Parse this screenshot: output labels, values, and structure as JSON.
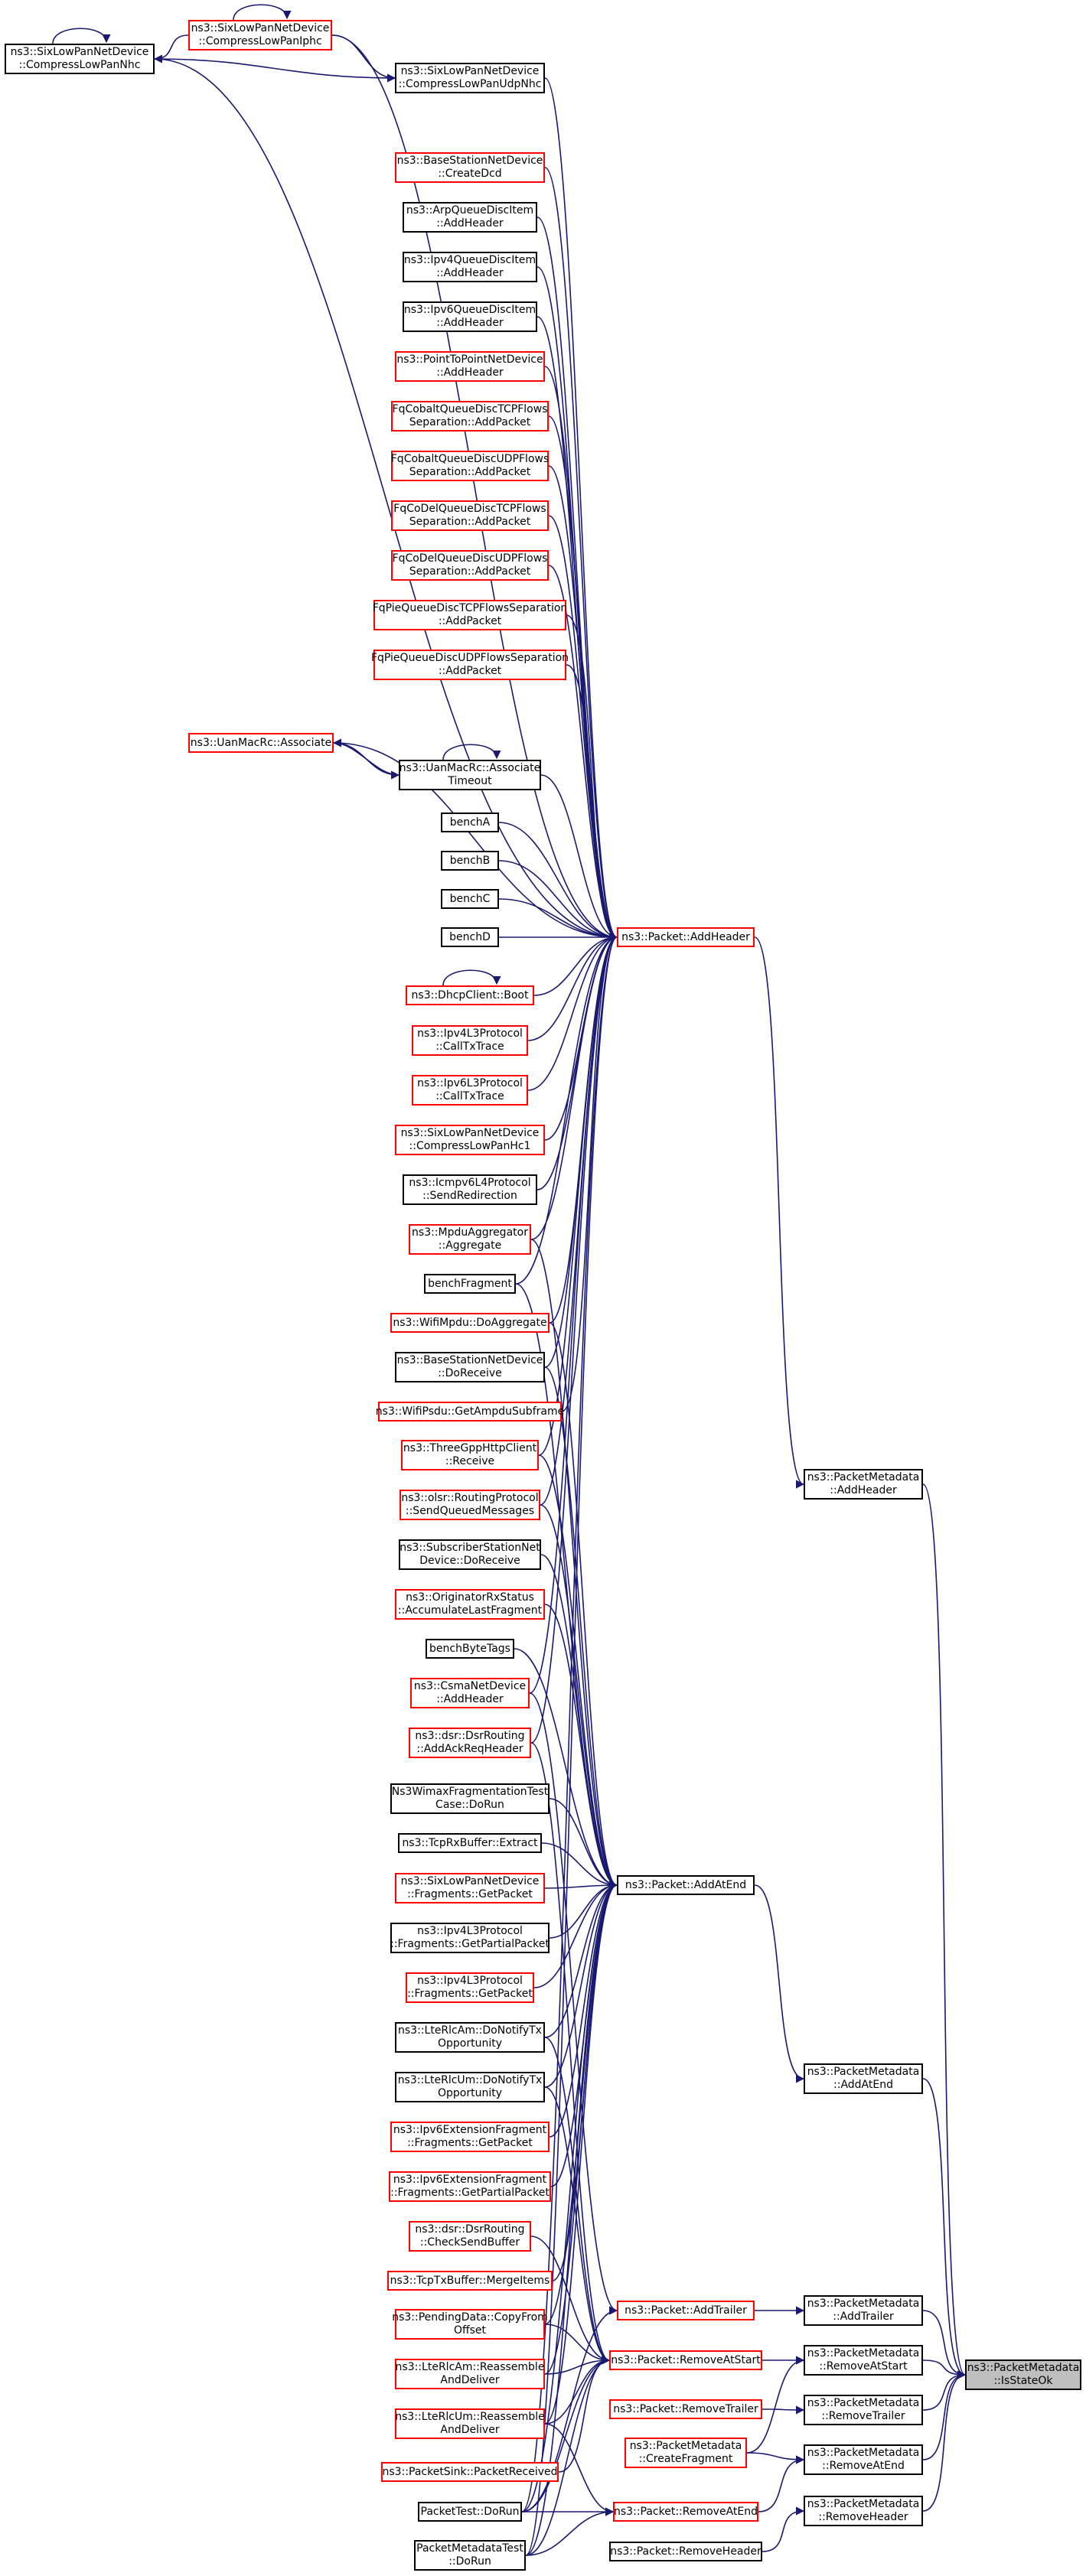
{
  "colors": {
    "edge": "#191970",
    "border_default": "#000000",
    "border_truncated": "#ff0000",
    "focus_fill": "#bfbfbf"
  },
  "nodes": {
    "sixlowpan_compresslowpannhc": {
      "l1": "ns3::SixLowPanNetDevice",
      "l2": "::CompressLowPanNhc",
      "border": "black"
    },
    "sixlowpan_compresslowpaniphc": {
      "l1": "ns3::SixLowPanNetDevice",
      "l2": "::CompressLowPanIphc",
      "border": "red"
    },
    "sixlowpan_compresslowpanudpnhc": {
      "l1": "ns3::SixLowPanNetDevice",
      "l2": "::CompressLowPanUdpNhc",
      "border": "black"
    },
    "basestation_createdcd": {
      "l1": "ns3::BaseStationNetDevice",
      "l2": "::CreateDcd",
      "border": "red"
    },
    "arpqueuediscitem_addheader": {
      "l1": "ns3::ArpQueueDiscItem",
      "l2": "::AddHeader",
      "border": "black"
    },
    "ipv4queuediscitem_addheader": {
      "l1": "ns3::Ipv4QueueDiscItem",
      "l2": "::AddHeader",
      "border": "black"
    },
    "ipv6queuediscitem_addheader": {
      "l1": "ns3::Ipv6QueueDiscItem",
      "l2": "::AddHeader",
      "border": "black"
    },
    "p2p_addheader": {
      "l1": "ns3::PointToPointNetDevice",
      "l2": "::AddHeader",
      "border": "red"
    },
    "fqcobalt_tcp": {
      "l1": "FqCobaltQueueDiscTCPFlows",
      "l2": "Separation::AddPacket",
      "border": "red"
    },
    "fqcobalt_udp": {
      "l1": "FqCobaltQueueDiscUDPFlows",
      "l2": "Separation::AddPacket",
      "border": "red"
    },
    "fqcodel_tcp": {
      "l1": "FqCoDelQueueDiscTCPFlows",
      "l2": "Separation::AddPacket",
      "border": "red"
    },
    "fqcodel_udp": {
      "l1": "FqCoDelQueueDiscUDPFlows",
      "l2": "Separation::AddPacket",
      "border": "red"
    },
    "fqpie_tcp": {
      "l1": "FqPieQueueDiscTCPFlowsSeparation",
      "l2": "::AddPacket",
      "border": "red"
    },
    "fqpie_udp": {
      "l1": "FqPieQueueDiscUDPFlowsSeparation",
      "l2": "::AddPacket",
      "border": "red"
    },
    "uanmacrc_associate": {
      "l1": "ns3::UanMacRc::Associate",
      "l2": "",
      "border": "red"
    },
    "uanmacrc_associatetimeout": {
      "l1": "ns3::UanMacRc::Associate",
      "l2": "Timeout",
      "border": "black"
    },
    "bencha": {
      "l1": "benchA",
      "l2": "",
      "border": "black"
    },
    "benchb": {
      "l1": "benchB",
      "l2": "",
      "border": "black"
    },
    "benchc": {
      "l1": "benchC",
      "l2": "",
      "border": "black"
    },
    "benchd": {
      "l1": "benchD",
      "l2": "",
      "border": "black"
    },
    "packet_addheader": {
      "l1": "ns3::Packet::AddHeader",
      "l2": "",
      "border": "red"
    },
    "dhcpclient_boot": {
      "l1": "ns3::DhcpClient::Boot",
      "l2": "",
      "border": "red"
    },
    "ipv4l3_calltxtrace": {
      "l1": "ns3::Ipv4L3Protocol",
      "l2": "::CallTxTrace",
      "border": "red"
    },
    "ipv6l3_calltxtrace": {
      "l1": "ns3::Ipv6L3Protocol",
      "l2": "::CallTxTrace",
      "border": "red"
    },
    "sixlowpan_compresslowpanhc1": {
      "l1": "ns3::SixLowPanNetDevice",
      "l2": "::CompressLowPanHc1",
      "border": "red"
    },
    "icmpv6l4_sendredirection": {
      "l1": "ns3::Icmpv6L4Protocol",
      "l2": "::SendRedirection",
      "border": "black"
    },
    "mpduaggregator_aggregate": {
      "l1": "ns3::MpduAggregator",
      "l2": "::Aggregate",
      "border": "red"
    },
    "benchfragment": {
      "l1": "benchFragment",
      "l2": "",
      "border": "black"
    },
    "wifimpdu_doaggregate": {
      "l1": "ns3::WifiMpdu::DoAggregate",
      "l2": "",
      "border": "red"
    },
    "basestation_doreceive": {
      "l1": "ns3::BaseStationNetDevice",
      "l2": "::DoReceive",
      "border": "black"
    },
    "wifipsdu_getampdusubframe": {
      "l1": "ns3::WifiPsdu::GetAmpduSubframe",
      "l2": "",
      "border": "red"
    },
    "threegpphttpclient_receive": {
      "l1": "ns3::ThreeGppHttpClient",
      "l2": "::Receive",
      "border": "red"
    },
    "olsr_sendqueuedmessages": {
      "l1": "ns3::olsr::RoutingProtocol",
      "l2": "::SendQueuedMessages",
      "border": "red"
    },
    "subscriberstation_doreceive": {
      "l1": "ns3::SubscriberStationNet",
      "l2": "Device::DoReceive",
      "border": "black"
    },
    "originatorrxstatus_accumulate": {
      "l1": "ns3::OriginatorRxStatus",
      "l2": "::AccumulateLastFragment",
      "border": "red"
    },
    "benchbytetags": {
      "l1": "benchByteTags",
      "l2": "",
      "border": "black"
    },
    "csmanetdevice_addheader": {
      "l1": "ns3::CsmaNetDevice",
      "l2": "::AddHeader",
      "border": "red"
    },
    "dsrrouting_addackreqheader": {
      "l1": "ns3::dsr::DsrRouting",
      "l2": "::AddAckReqHeader",
      "border": "red"
    },
    "wimaxfragmentationtest_dorun": {
      "l1": "Ns3WimaxFragmentationTest",
      "l2": "Case::DoRun",
      "border": "black"
    },
    "tcprxbuffer_extract": {
      "l1": "ns3::TcpRxBuffer::Extract",
      "l2": "",
      "border": "black"
    },
    "sixlowpan_fragments_getpacket": {
      "l1": "ns3::SixLowPanNetDevice",
      "l2": "::Fragments::GetPacket",
      "border": "red"
    },
    "packet_addatend": {
      "l1": "ns3::Packet::AddAtEnd",
      "l2": "",
      "border": "black"
    },
    "ipv4l3_fragments_getpartialpacket": {
      "l1": "ns3::Ipv4L3Protocol",
      "l2": "::Fragments::GetPartialPacket",
      "border": "black"
    },
    "ipv4l3_fragments_getpacket": {
      "l1": "ns3::Ipv4L3Protocol",
      "l2": "::Fragments::GetPacket",
      "border": "red"
    },
    "lterlcam_donotifytxopportunity": {
      "l1": "ns3::LteRlcAm::DoNotifyTx",
      "l2": "Opportunity",
      "border": "black"
    },
    "lterlcum_donotifytxopportunity": {
      "l1": "ns3::LteRlcUm::DoNotifyTx",
      "l2": "Opportunity",
      "border": "black"
    },
    "ipv6extfragment_getpacket": {
      "l1": "ns3::Ipv6ExtensionFragment",
      "l2": "::Fragments::GetPacket",
      "border": "red"
    },
    "ipv6extfragment_getpartialpacket": {
      "l1": "ns3::Ipv6ExtensionFragment",
      "l2": "::Fragments::GetPartialPacket",
      "border": "red"
    },
    "dsrrouting_checksendbuffer": {
      "l1": "ns3::dsr::DsrRouting",
      "l2": "::CheckSendBuffer",
      "border": "red"
    },
    "tcptxbuffer_mergeitems": {
      "l1": "ns3::TcpTxBuffer::MergeItems",
      "l2": "",
      "border": "red"
    },
    "pendingdata_copyfromoffset": {
      "l1": "ns3::PendingData::CopyFrom",
      "l2": "Offset",
      "border": "red"
    },
    "lterlcam_reassembleanddeliver": {
      "l1": "ns3::LteRlcAm::Reassemble",
      "l2": "AndDeliver",
      "border": "red"
    },
    "lterlcum_reassembleanddeliver": {
      "l1": "ns3::LteRlcUm::Reassemble",
      "l2": "AndDeliver",
      "border": "red"
    },
    "packetsink_packetreceived": {
      "l1": "ns3::PacketSink::PacketReceived",
      "l2": "",
      "border": "red"
    },
    "packettest_dorun": {
      "l1": "PacketTest::DoRun",
      "l2": "",
      "border": "black"
    },
    "packetmetadatatest_dorun": {
      "l1": "PacketMetadataTest",
      "l2": "::DoRun",
      "border": "black"
    },
    "packet_addtrailer": {
      "l1": "ns3::Packet::AddTrailer",
      "l2": "",
      "border": "red"
    },
    "packet_removeatstart": {
      "l1": "ns3::Packet::RemoveAtStart",
      "l2": "",
      "border": "red"
    },
    "packet_removetrailer": {
      "l1": "ns3::Packet::RemoveTrailer",
      "l2": "",
      "border": "red"
    },
    "packetmetadata_createfragment": {
      "l1": "ns3::PacketMetadata",
      "l2": "::CreateFragment",
      "border": "red"
    },
    "packet_removeatend": {
      "l1": "ns3::Packet::RemoveAtEnd",
      "l2": "",
      "border": "red"
    },
    "packet_removeheader": {
      "l1": "ns3::Packet::RemoveHeader",
      "l2": "",
      "border": "black"
    },
    "packetmetadata_addheader": {
      "l1": "ns3::PacketMetadata",
      "l2": "::AddHeader",
      "border": "black"
    },
    "packetmetadata_addatend": {
      "l1": "ns3::PacketMetadata",
      "l2": "::AddAtEnd",
      "border": "black"
    },
    "packetmetadata_addtrailer": {
      "l1": "ns3::PacketMetadata",
      "l2": "::AddTrailer",
      "border": "black"
    },
    "packetmetadata_removeatstart": {
      "l1": "ns3::PacketMetadata",
      "l2": "::RemoveAtStart",
      "border": "black"
    },
    "packetmetadata_removetrailer": {
      "l1": "ns3::PacketMetadata",
      "l2": "::RemoveTrailer",
      "border": "black"
    },
    "packetmetadata_removeatend": {
      "l1": "ns3::PacketMetadata",
      "l2": "::RemoveAtEnd",
      "border": "black"
    },
    "packetmetadata_removeheader": {
      "l1": "ns3::PacketMetadata",
      "l2": "::RemoveHeader",
      "border": "black"
    },
    "packetmetadata_isstateok": {
      "l1": "ns3::PacketMetadata",
      "l2": "::IsStateOk",
      "border": "black"
    }
  }
}
